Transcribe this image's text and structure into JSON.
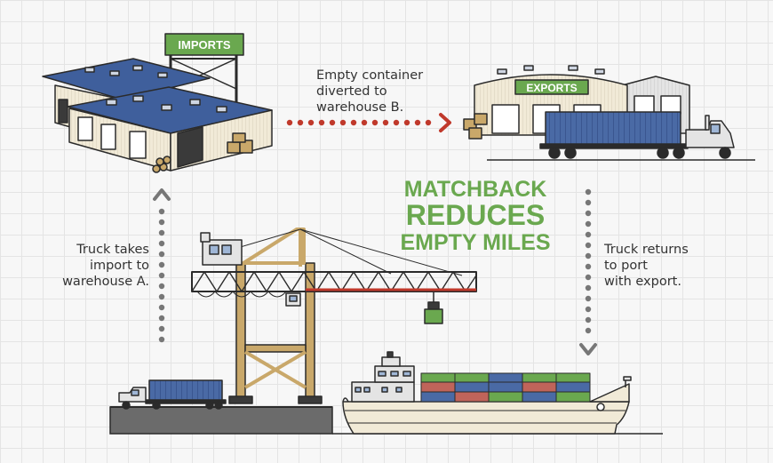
{
  "signs": {
    "imports": "IMPORTS",
    "exports": "EXPORTS"
  },
  "headline": {
    "line1": "MATCHBACK",
    "line2": "REDUCES",
    "line3": "EMPTY MILES"
  },
  "notes": {
    "diverted": [
      "Empty container",
      "diverted to",
      "warehouse B."
    ],
    "to_warehouse_a": [
      "Truck takes",
      "import to",
      "warehouse A."
    ],
    "return_to_port": [
      "Truck returns",
      "to port",
      "with export."
    ]
  },
  "colors": {
    "green": "#6aa84f",
    "red_arrow": "#c0392b",
    "gray_arrow": "#777777",
    "roof_blue": "#3f5f9c",
    "wall_cream": "#f1ead7",
    "crane_gold": "#c9a86a",
    "container_blue": "#4a6aa5",
    "outline": "#2b2b2b"
  }
}
